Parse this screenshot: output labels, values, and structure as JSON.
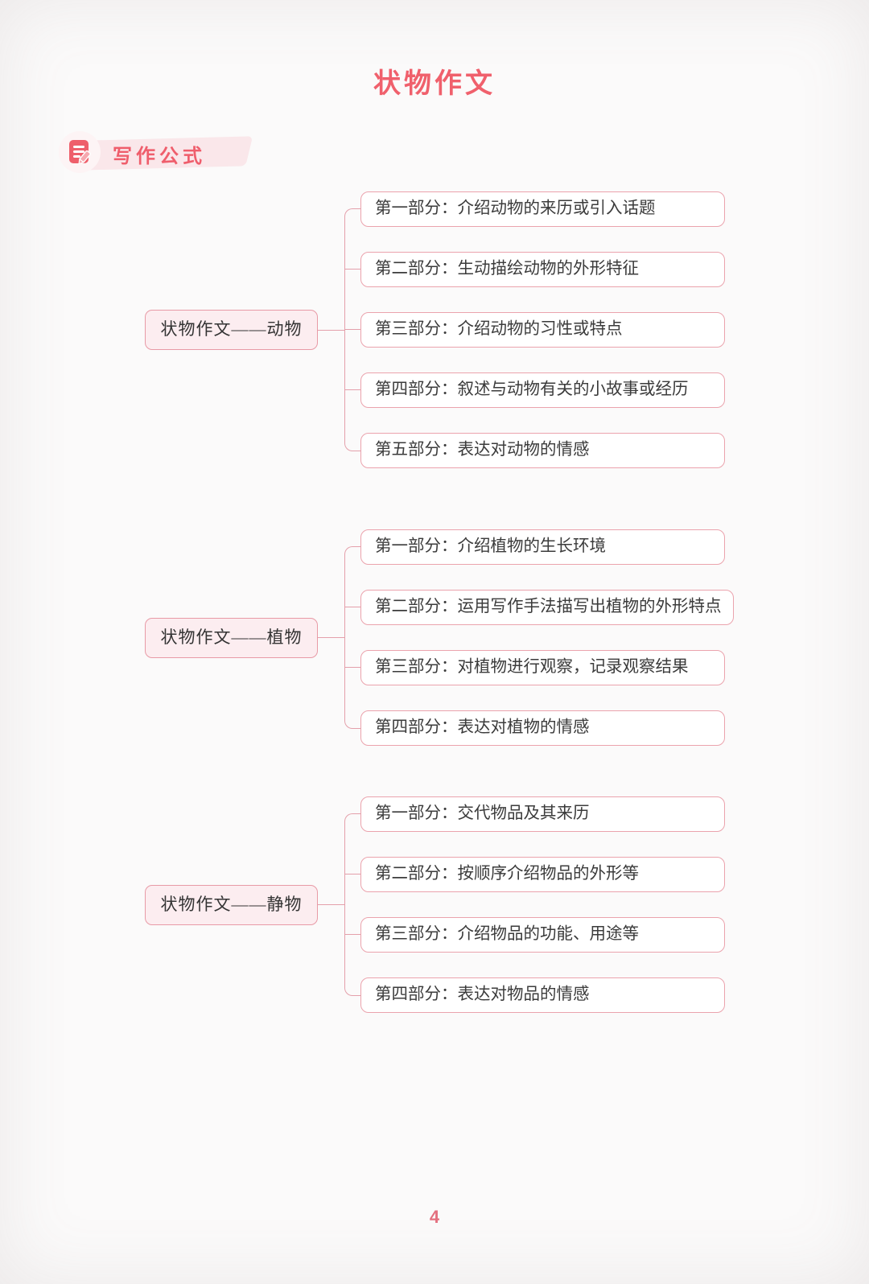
{
  "page": {
    "title": "状物作文",
    "section_badge": "写作公式",
    "page_number": "4"
  },
  "colors": {
    "accent_pink": "#f0606c",
    "connector_pink": "#e4a0ab",
    "node_border": "#eba3ad",
    "root_fill": "#fcedf0",
    "badge_bg": "#fae7ea",
    "body_text": "#3b3b3b"
  },
  "groups": [
    {
      "root": "状物作文——动物",
      "children": [
        "第一部分：介绍动物的来历或引入话题",
        "第二部分：生动描绘动物的外形特征",
        "第三部分：介绍动物的习性或特点",
        "第四部分：叙述与动物有关的小故事或经历",
        "第五部分：表达对动物的情感"
      ]
    },
    {
      "root": "状物作文——植物",
      "children": [
        "第一部分：介绍植物的生长环境",
        "第二部分：运用写作手法描写出植物的外形特点",
        "第三部分：对植物进行观察，记录观察结果",
        "第四部分：表达对植物的情感"
      ]
    },
    {
      "root": "状物作文——静物",
      "children": [
        "第一部分：交代物品及其来历",
        "第二部分：按顺序介绍物品的外形等",
        "第三部分：介绍物品的功能、用途等",
        "第四部分：表达对物品的情感"
      ]
    }
  ]
}
